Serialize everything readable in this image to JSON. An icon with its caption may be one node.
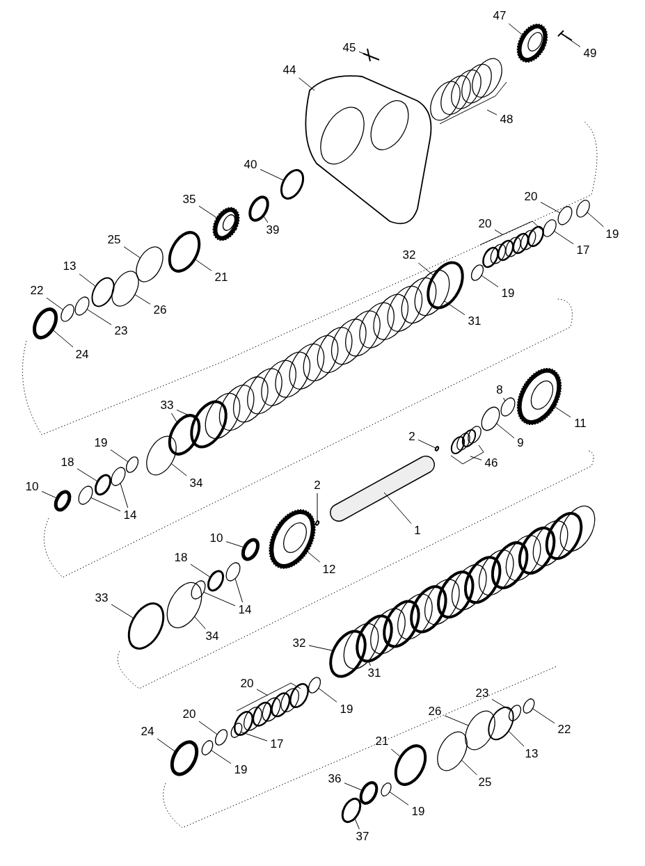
{
  "diagram": {
    "nodes": [
      {
        "text": [
          "45"
        ]
      },
      {
        "text": [
          "47"
        ]
      },
      {
        "text": [
          "49"
        ]
      },
      {
        "text": [
          "44"
        ]
      },
      {
        "text": [
          "48"
        ]
      },
      {
        "text": [
          "40"
        ]
      },
      {
        "text": [
          "35"
        ]
      },
      {
        "text": [
          "39"
        ]
      },
      {
        "text": [
          "20"
        ]
      },
      {
        "text": [
          "19"
        ]
      },
      {
        "text": [
          "20"
        ]
      },
      {
        "text": [
          "17"
        ]
      },
      {
        "text": [
          "25"
        ]
      },
      {
        "text": [
          "21"
        ]
      },
      {
        "text": [
          "13"
        ]
      },
      {
        "text": [
          "22"
        ]
      },
      {
        "text": [
          "26"
        ]
      },
      {
        "text": [
          "23"
        ]
      },
      {
        "text": [
          "32"
        ]
      },
      {
        "text": [
          "19"
        ]
      },
      {
        "text": [
          "24"
        ]
      },
      {
        "text": [
          "31"
        ]
      },
      {
        "text": [
          "8"
        ]
      },
      {
        "text": [
          "33"
        ]
      },
      {
        "text": [
          "11"
        ]
      },
      {
        "text": [
          "9"
        ]
      },
      {
        "text": [
          "2"
        ]
      },
      {
        "text": [
          "46"
        ]
      },
      {
        "text": [
          "19"
        ]
      },
      {
        "text": [
          "18"
        ]
      },
      {
        "text": [
          "34"
        ]
      },
      {
        "text": [
          "10"
        ]
      },
      {
        "text": [
          "14"
        ]
      },
      {
        "text": [
          "2"
        ]
      },
      {
        "text": [
          "1"
        ]
      },
      {
        "text": [
          "10"
        ]
      },
      {
        "text": [
          "12"
        ]
      },
      {
        "text": [
          "18"
        ]
      },
      {
        "text": [
          "14"
        ]
      },
      {
        "text": [
          "33"
        ]
      },
      {
        "text": [
          "34"
        ]
      },
      {
        "text": [
          "32"
        ]
      },
      {
        "text": [
          "31"
        ]
      },
      {
        "text": [
          "20"
        ]
      },
      {
        "text": [
          "19"
        ]
      },
      {
        "text": [
          "23"
        ]
      },
      {
        "text": [
          "22"
        ]
      },
      {
        "text": [
          "26"
        ]
      },
      {
        "text": [
          "20"
        ]
      },
      {
        "text": [
          "13"
        ]
      },
      {
        "text": [
          "24"
        ]
      },
      {
        "text": [
          "17"
        ]
      },
      {
        "text": [
          "21"
        ]
      },
      {
        "text": [
          "19"
        ]
      },
      {
        "text": [
          "25"
        ]
      },
      {
        "text": [
          "36"
        ]
      },
      {
        "text": [
          "19"
        ]
      },
      {
        "text": [
          "37"
        ]
      },
      {
        "text": [],
        "shape": "picture"
      },
      {
        "text": [],
        "shape": "picture"
      },
      {
        "text": [],
        "shape": "picture"
      },
      {
        "text": [],
        "shape": "picture"
      },
      {
        "text": [],
        "shape": "picture"
      },
      {
        "text": [],
        "shape": "circle"
      },
      {
        "text": [],
        "shape": "picture"
      },
      {
        "text": [],
        "shape": "circle"
      },
      {
        "text": [],
        "shape": "circle"
      },
      {
        "text": [],
        "shape": "circle"
      },
      {
        "text": [],
        "shape": "picture"
      },
      {
        "text": [],
        "shape": "circle"
      },
      {
        "text": [],
        "shape": "circle"
      },
      {
        "text": [],
        "shape": "circle"
      },
      {
        "text": [],
        "shape": "circle"
      },
      {
        "text": [],
        "shape": "circle"
      },
      {
        "text": [],
        "shape": "circle"
      },
      {
        "text": [],
        "shape": "circle"
      },
      {
        "text": [],
        "shape": "circle"
      },
      {
        "text": [],
        "shape": "circle"
      },
      {
        "text": [],
        "shape": "circle"
      },
      {
        "text": [],
        "shape": "circle"
      },
      {
        "text": [],
        "shape": "circle"
      },
      {
        "text": [],
        "shape": "circle"
      },
      {
        "text": [],
        "shape": "picture"
      },
      {
        "text": [],
        "shape": "circle"
      },
      {
        "text": [],
        "shape": "circle"
      },
      {
        "text": [],
        "shape": "picture"
      },
      {
        "text": [],
        "shape": "circle"
      },
      {
        "text": [],
        "shape": "circle"
      },
      {
        "text": [],
        "shape": "circle"
      },
      {
        "text": [],
        "shape": "circle"
      },
      {
        "text": [],
        "shape": "circle"
      },
      {
        "text": [],
        "shape": "circle"
      },
      {
        "text": [],
        "shape": "circle"
      },
      {
        "text": [],
        "shape": "picture"
      },
      {
        "text": [],
        "shape": "circle"
      },
      {
        "text": [],
        "shape": "picture"
      },
      {
        "text": [],
        "shape": "circle"
      },
      {
        "text": [],
        "shape": "circle"
      },
      {
        "text": [],
        "shape": "circle"
      },
      {
        "text": [],
        "shape": "circle"
      },
      {
        "text": [],
        "shape": "circle"
      },
      {
        "text": [],
        "shape": "circle"
      },
      {
        "text": [],
        "shape": "circle"
      },
      {
        "text": [],
        "shape": "picture"
      },
      {
        "text": [],
        "shape": "circle"
      },
      {
        "text": [],
        "shape": "circle"
      },
      {
        "text": [],
        "shape": "circle"
      },
      {
        "text": [],
        "shape": "circle"
      },
      {
        "text": [],
        "shape": "circle"
      },
      {
        "text": [],
        "shape": "circle"
      },
      {
        "text": [],
        "shape": "circle"
      },
      {
        "text": [],
        "shape": "circle"
      },
      {
        "text": [],
        "shape": "circle"
      },
      {
        "text": [],
        "shape": "circle"
      },
      {
        "text": [],
        "shape": "circle"
      },
      {
        "text": [],
        "shape": "circle"
      },
      {
        "text": [],
        "shape": "circle"
      },
      {
        "text": [],
        "shape": "circle"
      },
      {
        "text": [],
        "shape": "circle"
      }
    ],
    "edges": [
      {
        "from": 0,
        "to": 58,
        "arrow": "none"
      },
      {
        "from": 1,
        "to": 59,
        "arrow": "none"
      },
      {
        "from": 2,
        "to": 60,
        "arrow": "none"
      },
      {
        "from": 3,
        "to": 61,
        "arrow": "none"
      },
      {
        "from": 4,
        "to": 62,
        "arrow": "none"
      },
      {
        "from": 5,
        "to": 63,
        "arrow": "none"
      },
      {
        "from": 6,
        "to": 64,
        "arrow": "none"
      },
      {
        "from": 7,
        "to": 65,
        "arrow": "none"
      },
      {
        "from": 8,
        "to": 66,
        "arrow": "none"
      },
      {
        "from": 9,
        "to": 67,
        "arrow": "none"
      },
      {
        "from": 10,
        "to": 68,
        "arrow": "none"
      },
      {
        "from": 11,
        "to": 69,
        "arrow": "none"
      },
      {
        "from": 12,
        "to": 70,
        "arrow": "none"
      },
      {
        "from": 13,
        "to": 71,
        "arrow": "none"
      },
      {
        "from": 14,
        "to": 72,
        "arrow": "none"
      },
      {
        "from": 15,
        "to": 73,
        "arrow": "none"
      },
      {
        "from": 16,
        "to": 74,
        "arrow": "none"
      },
      {
        "from": 17,
        "to": 75,
        "arrow": "none"
      },
      {
        "from": 18,
        "to": 76,
        "arrow": "none"
      },
      {
        "from": 19,
        "to": 77,
        "arrow": "none"
      },
      {
        "from": 20,
        "to": 78,
        "arrow": "none"
      },
      {
        "from": 21,
        "to": 79,
        "arrow": "none"
      },
      {
        "from": 22,
        "to": 80,
        "arrow": "none"
      },
      {
        "from": 23,
        "to": 81,
        "arrow": "none"
      },
      {
        "from": 23,
        "to": 118,
        "arrow": "none"
      },
      {
        "from": 24,
        "to": 82,
        "arrow": "none"
      },
      {
        "from": 25,
        "to": 83,
        "arrow": "none"
      },
      {
        "from": 26,
        "to": 84,
        "arrow": "none"
      },
      {
        "from": 27,
        "to": 85,
        "arrow": "none"
      },
      {
        "from": 28,
        "to": 86,
        "arrow": "none"
      },
      {
        "from": 29,
        "to": 87,
        "arrow": "none"
      },
      {
        "from": 30,
        "to": 88,
        "arrow": "none"
      },
      {
        "from": 31,
        "to": 89,
        "arrow": "none"
      },
      {
        "from": 32,
        "to": 90,
        "arrow": "none"
      },
      {
        "from": 32,
        "to": 91,
        "arrow": "none"
      },
      {
        "from": 33,
        "to": 92,
        "arrow": "none"
      },
      {
        "from": 34,
        "to": 93,
        "arrow": "none"
      },
      {
        "from": 35,
        "to": 94,
        "arrow": "none"
      },
      {
        "from": 36,
        "to": 95,
        "arrow": "none"
      },
      {
        "from": 37,
        "to": 96,
        "arrow": "none"
      },
      {
        "from": 38,
        "to": 97,
        "arrow": "none"
      },
      {
        "from": 38,
        "to": 98,
        "arrow": "none"
      },
      {
        "from": 39,
        "to": 99,
        "arrow": "none"
      },
      {
        "from": 40,
        "to": 100,
        "arrow": "none"
      },
      {
        "from": 41,
        "to": 101,
        "arrow": "none"
      },
      {
        "from": 42,
        "to": 102,
        "arrow": "none"
      },
      {
        "from": 43,
        "to": 103,
        "arrow": "none"
      },
      {
        "from": 44,
        "to": 104,
        "arrow": "none"
      },
      {
        "from": 45,
        "to": 105,
        "arrow": "none"
      },
      {
        "from": 46,
        "to": 106,
        "arrow": "none"
      },
      {
        "from": 47,
        "to": 107,
        "arrow": "none"
      },
      {
        "from": 48,
        "to": 108,
        "arrow": "none"
      },
      {
        "from": 49,
        "to": 109,
        "arrow": "none"
      },
      {
        "from": 50,
        "to": 110,
        "arrow": "none"
      },
      {
        "from": 51,
        "to": 111,
        "arrow": "none"
      },
      {
        "from": 52,
        "to": 112,
        "arrow": "none"
      },
      {
        "from": 53,
        "to": 113,
        "arrow": "none"
      },
      {
        "from": 54,
        "to": 114,
        "arrow": "none"
      },
      {
        "from": 55,
        "to": 115,
        "arrow": "none"
      },
      {
        "from": 56,
        "to": 116,
        "arrow": "none"
      },
      {
        "from": 57,
        "to": 117,
        "arrow": "none"
      }
    ]
  }
}
